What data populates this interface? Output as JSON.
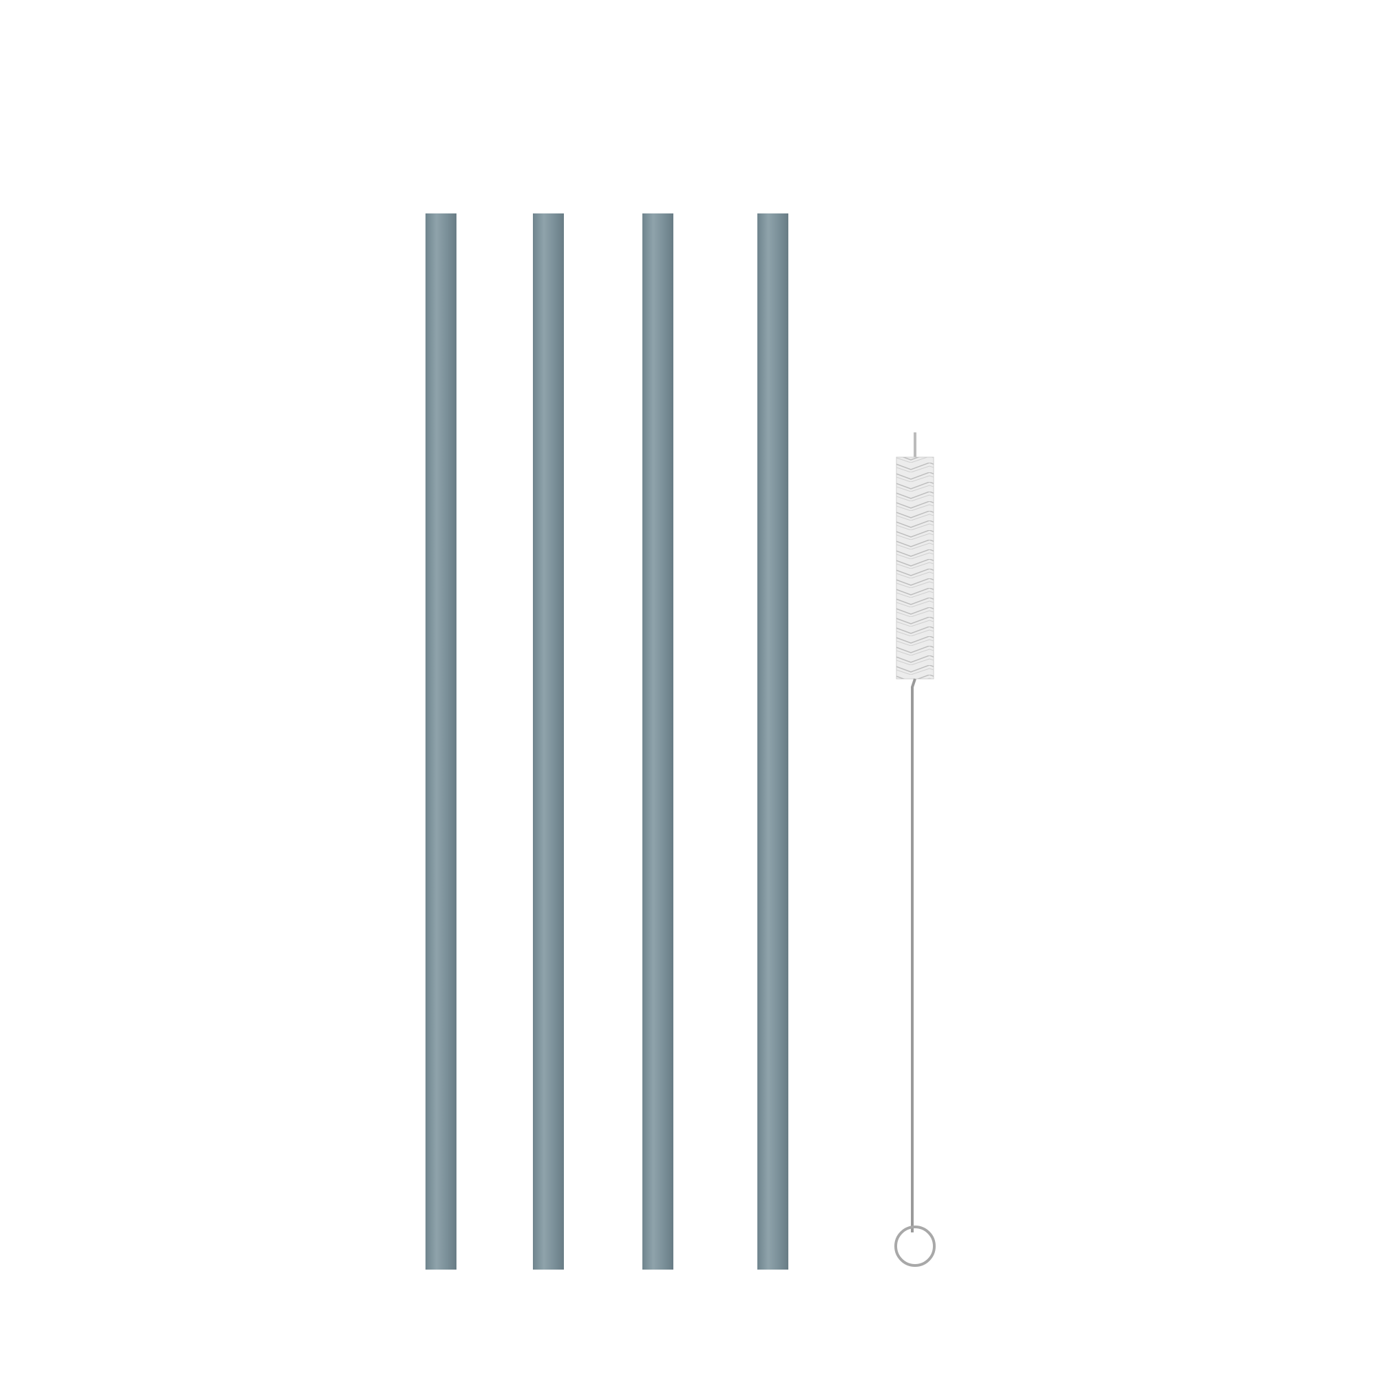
{
  "product_photo": {
    "colors": {
      "background": "#ffffff",
      "straw": "#7a8f98",
      "straw_highlight": "#8fa3ab",
      "straw_shadow": "#6b7f88",
      "brush_bristles": "#e4e4e4",
      "brush_wire": "#9a9a9a"
    },
    "items": [
      {
        "type": "straw",
        "icon": "straw-icon"
      },
      {
        "type": "straw",
        "icon": "straw-icon"
      },
      {
        "type": "straw",
        "icon": "straw-icon"
      },
      {
        "type": "straw",
        "icon": "straw-icon"
      },
      {
        "type": "cleaning-brush",
        "icon": "brush-icon"
      }
    ]
  }
}
